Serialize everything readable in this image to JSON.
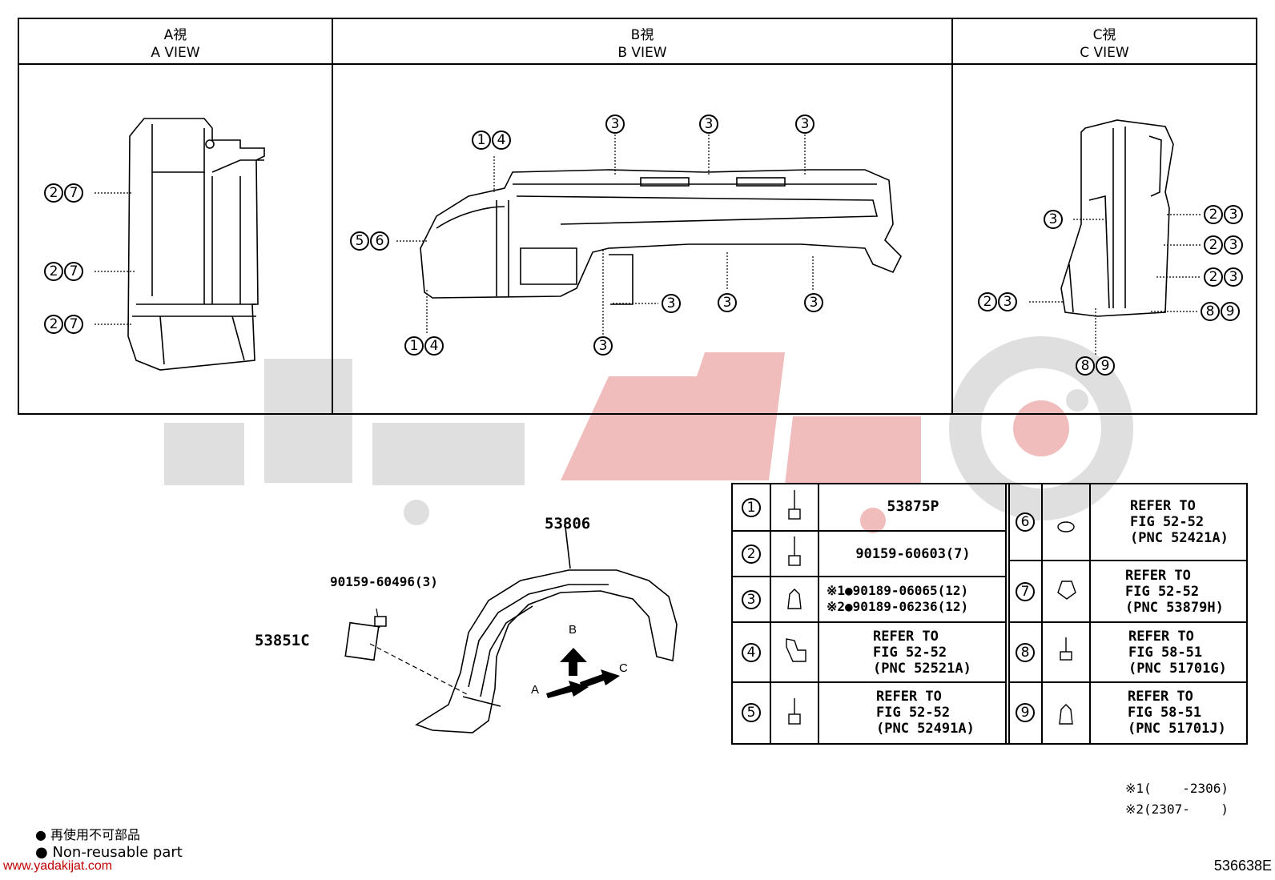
{
  "views": [
    {
      "jp": "A視",
      "en": "A VIEW"
    },
    {
      "jp": "B視",
      "en": "B VIEW"
    },
    {
      "jp": "C視",
      "en": "C VIEW"
    }
  ],
  "callouts": {
    "a": [
      [
        "2",
        "7"
      ],
      [
        "2",
        "7"
      ],
      [
        "2",
        "7"
      ]
    ],
    "b": [
      [
        "1",
        "4"
      ],
      [
        "5",
        "6"
      ],
      [
        "1",
        "4"
      ],
      [
        "3"
      ],
      [
        "3"
      ],
      [
        "3"
      ],
      [
        "3"
      ],
      [
        "3"
      ],
      [
        "3"
      ],
      [
        "3"
      ]
    ],
    "c": [
      [
        "3"
      ],
      [
        "2",
        "3"
      ],
      [
        "2",
        "3"
      ],
      [
        "2",
        "3"
      ],
      [
        "2",
        "3"
      ],
      [
        "8",
        "9"
      ],
      [
        "8",
        "9"
      ]
    ]
  },
  "main_parts": {
    "liner": "53806",
    "bolt": "90159-60496(3)",
    "flap": "53851C",
    "dir_a": "A",
    "dir_b": "B",
    "dir_c": "C"
  },
  "legend_table": {
    "left": [
      {
        "num": "1",
        "text": "53875P"
      },
      {
        "num": "2",
        "text": "90159-60603(7)"
      },
      {
        "num": "3",
        "text": "※1●90189-06065(12)\n※2●90189-06236(12)"
      },
      {
        "num": "4",
        "text": "REFER TO\nFIG 52-52\n(PNC 52521A)"
      },
      {
        "num": "5",
        "text": "REFER TO\nFIG 52-52\n(PNC 52491A)"
      }
    ],
    "right": [
      {
        "num": "6",
        "text": "REFER TO\nFIG 52-52\n(PNC 52421A)"
      },
      {
        "num": "7",
        "text": "REFER TO\nFIG 52-52\n(PNC 53879H)"
      },
      {
        "num": "8",
        "text": "REFER TO\nFIG 58-51\n(PNC 51701G)"
      },
      {
        "num": "9",
        "text": "REFER TO\nFIG 58-51\n(PNC 51701J)"
      }
    ]
  },
  "notes": {
    "n1": "※1(    -2306)",
    "n2": "※2(2307-    )"
  },
  "footer": {
    "jp": "再使用不可部品",
    "en": "Non-reusable part",
    "url": "www.yadakijat.com",
    "code": "536638E"
  },
  "watermark": {
    "color": "#e02a2a",
    "gray": "#d9d9d9"
  }
}
